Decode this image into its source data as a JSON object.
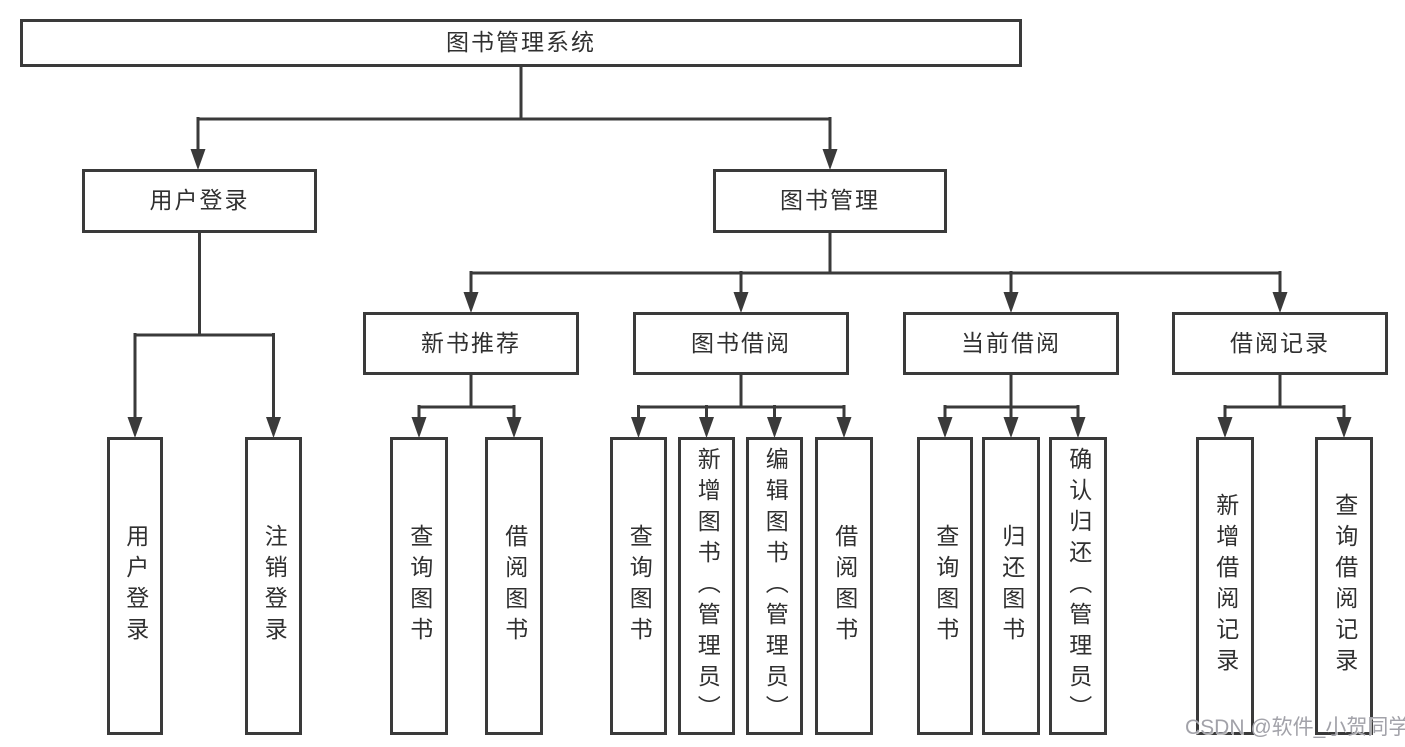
{
  "tree": {
    "label": "图书管理系统",
    "children": [
      {
        "label": "用户登录",
        "children": [
          {
            "label": "用户登录"
          },
          {
            "label": "注销登录"
          }
        ]
      },
      {
        "label": "图书管理",
        "children": [
          {
            "label": "新书推荐",
            "children": [
              {
                "label": "查询图书"
              },
              {
                "label": "借阅图书"
              }
            ]
          },
          {
            "label": "图书借阅",
            "children": [
              {
                "label": "查询图书"
              },
              {
                "label": "新增图书（管理员）"
              },
              {
                "label": "编辑图书（管理员）"
              },
              {
                "label": "借阅图书"
              }
            ]
          },
          {
            "label": "当前借阅",
            "children": [
              {
                "label": "查询图书"
              },
              {
                "label": "归还图书"
              },
              {
                "label": "确认归还（管理员）"
              }
            ]
          },
          {
            "label": "借阅记录",
            "children": [
              {
                "label": "新增借阅记录"
              },
              {
                "label": "查询借阅记录"
              }
            ]
          }
        ]
      }
    ]
  },
  "watermark": {
    "text": "CSDN @软件_小贺同学"
  },
  "colors": {
    "line": "#3a3a3a",
    "text": "#303030",
    "background": "#ffffff",
    "watermark": "#a2a2a9"
  }
}
